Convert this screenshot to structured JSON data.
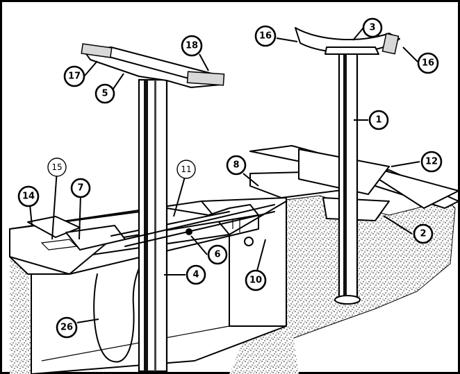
{
  "callouts": [
    {
      "id": "1",
      "label": "1"
    },
    {
      "id": "2",
      "label": "2"
    },
    {
      "id": "3",
      "label": "3"
    },
    {
      "id": "4",
      "label": "4"
    },
    {
      "id": "5",
      "label": "5"
    },
    {
      "id": "6",
      "label": "6"
    },
    {
      "id": "7",
      "label": "7"
    },
    {
      "id": "8",
      "label": "8"
    },
    {
      "id": "10",
      "label": "10"
    },
    {
      "id": "11",
      "label": "11"
    },
    {
      "id": "12",
      "label": "12"
    },
    {
      "id": "14",
      "label": "14"
    },
    {
      "id": "15",
      "label": "15"
    },
    {
      "id": "16a",
      "label": "16"
    },
    {
      "id": "16b",
      "label": "16"
    },
    {
      "id": "17",
      "label": "17"
    },
    {
      "id": "18",
      "label": "18"
    },
    {
      "id": "26",
      "label": "26"
    }
  ],
  "colors": {
    "ink": "#000000",
    "paper": "#ffffff",
    "soil": "#6a6a6a"
  }
}
